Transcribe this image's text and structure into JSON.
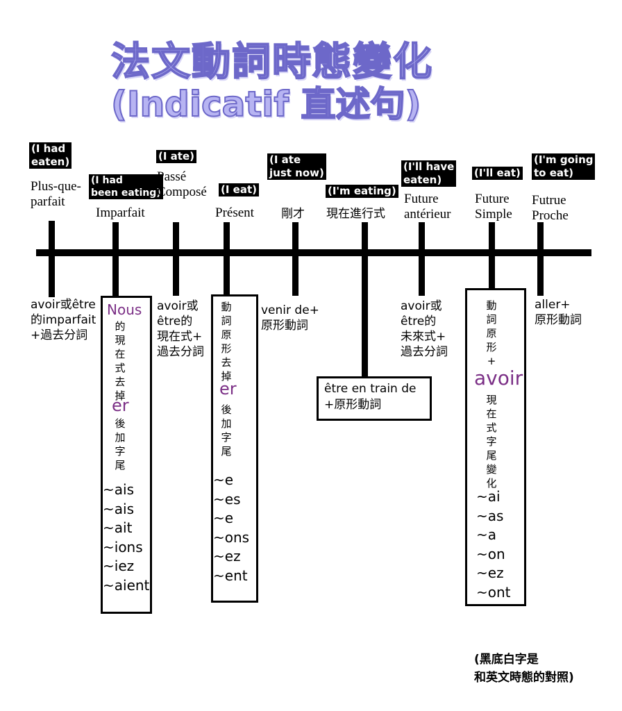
{
  "title": {
    "line1": "法文動詞時態變化",
    "line2": "(Indicatif 直述句)"
  },
  "tenses": {
    "plus_que_parfait": {
      "english": "(I had\neaten)",
      "french": "Plus-que-\nparfait",
      "description": "avoir或être\n的imparfait\n+過去分詞"
    },
    "imparfait": {
      "english": "(I had\nbeen eating)",
      "french": "Imparfait",
      "subject": "Nous",
      "desc_top": "的現在式去掉",
      "ending_mark": "er",
      "desc_bottom": "後加字尾",
      "endings": [
        "~ais",
        "~ais",
        "~ait",
        "~ions",
        "~iez",
        "~aient"
      ]
    },
    "passe_compose": {
      "english": "(I ate)",
      "french": "Passé\nComposé",
      "description": "avoir或\nêtre的\n現在式+\n過去分詞"
    },
    "present": {
      "english": "(I eat)",
      "french": "Présent",
      "desc_top": "動詞原形去掉",
      "ending_mark": "er",
      "desc_bottom": "後加字尾",
      "endings": [
        "~e",
        "~es",
        "~e",
        "~ons",
        "~ez",
        "~ent"
      ]
    },
    "passe_recent": {
      "english": "(I ate\njust now)",
      "chinese": "剛才",
      "description": "venir de+\n原形動詞"
    },
    "present_progressif": {
      "english": "(I'm eating)",
      "chinese": "現在進行式",
      "description": "être en train de\n+原形動詞"
    },
    "futur_anterieur": {
      "english": "(I'll have\neaten)",
      "french": "Future\nantérieur",
      "description": "avoir或\nêtre的\n未來式+\n過去分詞"
    },
    "futur_simple": {
      "english": "(I'll eat)",
      "french": "Future\nSimple",
      "desc_top": "動詞原形+",
      "ending_mark": "avoir",
      "desc_bottom": "現在式字尾變化",
      "endings": [
        "~ai",
        "~as",
        "~a",
        "~on",
        "~ez",
        "~ont"
      ]
    },
    "futur_proche": {
      "english": "(I'm going\nto eat)",
      "french": "Futrue\nProche",
      "description": "aller+\n原形動詞"
    }
  },
  "note": "(黑底白字是\n和英文時態的對照)"
}
